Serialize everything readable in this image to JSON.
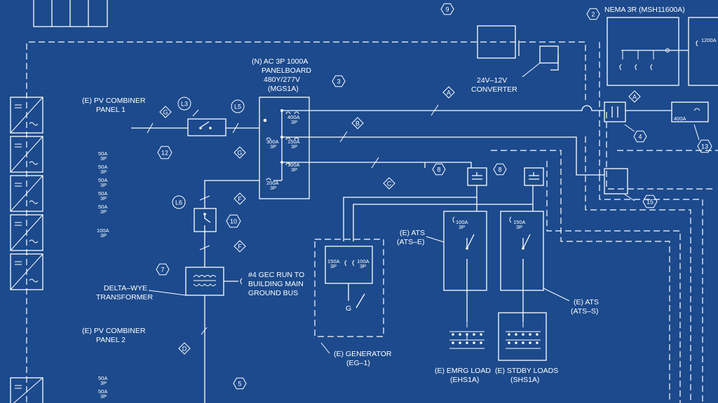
{
  "diagram": {
    "enclosure_label": "NEMA 3R (MSH11600A)",
    "panelboard": {
      "line1": "(N) AC 3P 1000A",
      "line2": "PANELBOARD",
      "line3": "480Y/277V",
      "line4": "(MGS1A)"
    },
    "converter": {
      "line1": "24V–12V",
      "line2": "CONVERTER"
    },
    "pv_panel_1": {
      "line1": "(E) PV COMBINER",
      "line2": "PANEL 1"
    },
    "pv_panel_2": {
      "line1": "(E) PV COMBINER",
      "line2": "PANEL 2"
    },
    "transformer": {
      "line1": "DELTA–WYE",
      "line2": "TRANSFORMER"
    },
    "gec_note": {
      "line1": "#4 GEC RUN TO",
      "line2": "BUILDING MAIN",
      "line3": "GROUND BUS"
    },
    "ats_e": {
      "line1": "(E) ATS",
      "line2": "(ATS–E)"
    },
    "ats_s": {
      "line1": "(E) ATS",
      "line2": "(ATS–S)"
    },
    "generator": {
      "line1": "(E) GENERATOR",
      "line2": "(EG–1)",
      "g": "G"
    },
    "emrg_load": {
      "line1": "(E) EMRG LOAD",
      "line2": "(EHS1A)"
    },
    "stdby_loads": {
      "line1": "(E) STDBY LOADS",
      "line2": "(SHS1A)"
    },
    "breakers": {
      "b400_top": "400A",
      "b400_bot": "3P",
      "b300_top": "300A",
      "b300_bot": "3P",
      "b150_top": "150A",
      "b150_bot": "3P",
      "b100_top": "100A",
      "b100_bot": "3P",
      "b200_top": "200A",
      "b200_bot": "3P",
      "gen150_top": "150A",
      "gen150_bot": "3P",
      "gen100_top": "100A",
      "gen100_bot": "3P",
      "atse_top": "100A",
      "atse_bot": "3P",
      "atss_top": "150A",
      "atss_bot": "3P",
      "right400": "400A",
      "right1200": "1200A"
    },
    "pv_ratings": {
      "r1_top": "50A",
      "r1_bot": "3P",
      "r2_top": "50A",
      "r2_bot": "3P",
      "r3_top": "50A",
      "r3_bot": "3P",
      "r4_top": "50A",
      "r4_bot": "3P",
      "r5_top": "50A",
      "r5_bot": "3P",
      "r6_top": "100A",
      "r6_bot": "3P",
      "r7_top": "50A",
      "r7_bot": "3P",
      "r8_top": "50A",
      "r8_bot": "3P"
    },
    "callouts": {
      "n2": "2",
      "n3": "3",
      "n4": "4",
      "n5": "5",
      "n7": "7",
      "n8a": "8",
      "n8b": "8",
      "n9": "9",
      "n10": "10",
      "n12": "12",
      "n13": "13",
      "n15": "15"
    },
    "wire_tags": {
      "A1": "A",
      "A2": "A",
      "B": "B",
      "C": "C",
      "D": "D",
      "F1": "F",
      "F2": "F",
      "G1": "G",
      "G2": "G"
    },
    "loc_tags": {
      "L3": "L3",
      "L5": "L5",
      "L6": "L6"
    }
  }
}
